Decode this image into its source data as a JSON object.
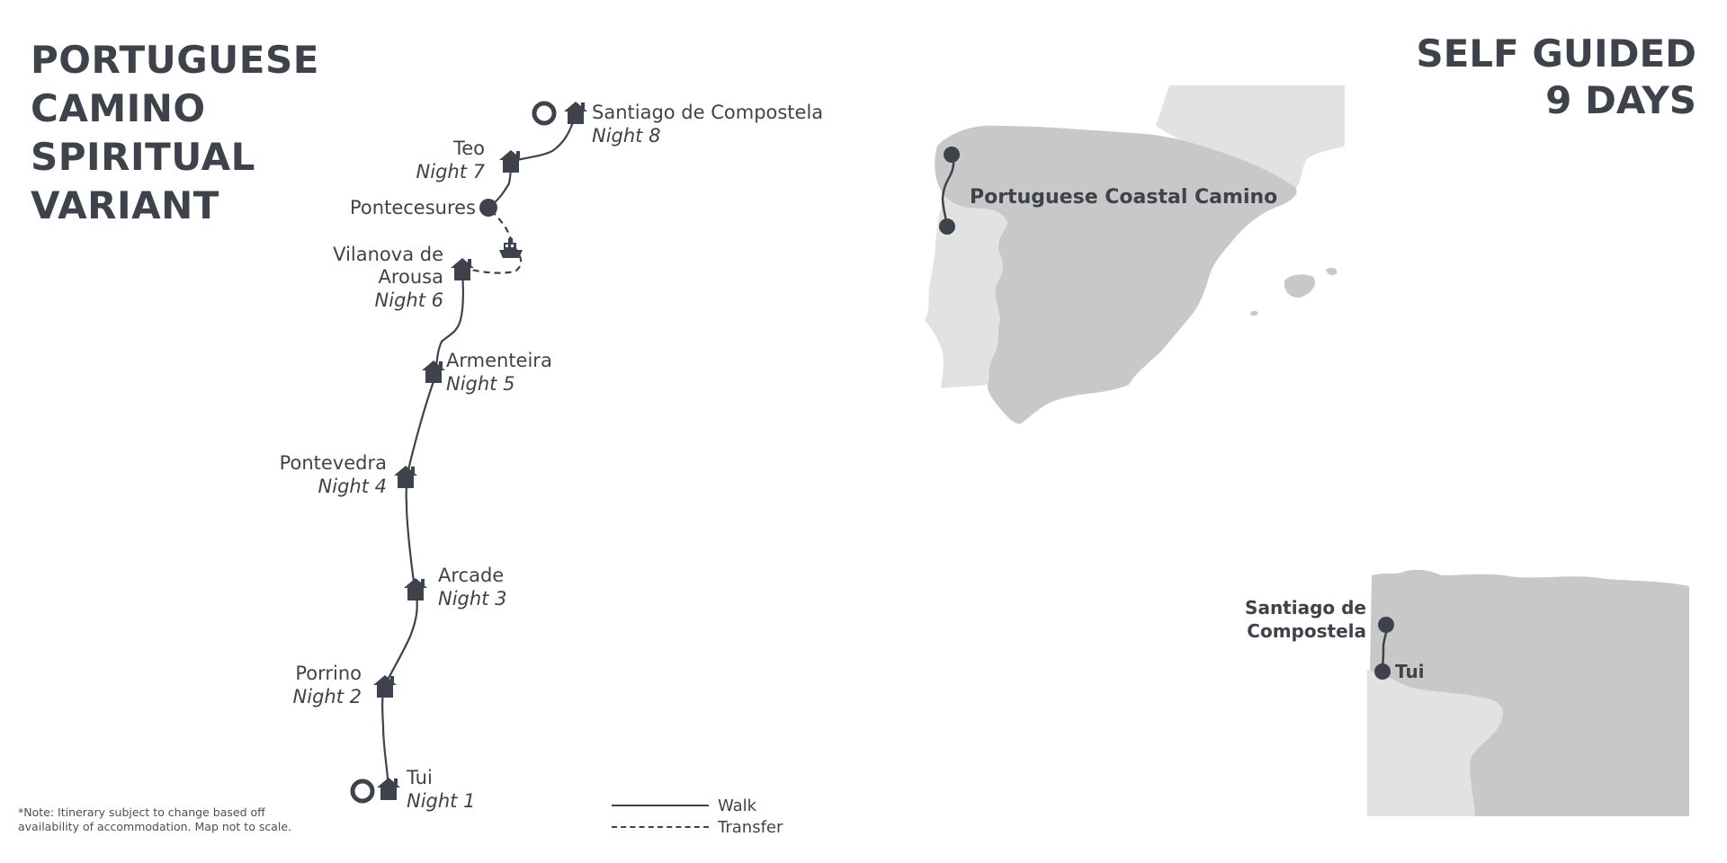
{
  "title": {
    "line1": "PORTUGUESE",
    "line2": "CAMINO",
    "line3": "SPIRITUAL",
    "line4": "VARIANT"
  },
  "badge": {
    "line1": "SELF GUIDED",
    "line2": "9 DAYS"
  },
  "stops": [
    {
      "id": "santiago",
      "name": "Santiago de Compostela",
      "night": "Night 8"
    },
    {
      "id": "teo",
      "name": "Teo",
      "night": "Night 7"
    },
    {
      "id": "pontecesures",
      "name": "Pontecesures",
      "night": ""
    },
    {
      "id": "vilanova",
      "name1": "Vilanova de",
      "name2": "Arousa",
      "night": "Night 6"
    },
    {
      "id": "armenteira",
      "name": "Armenteira",
      "night": "Night 5"
    },
    {
      "id": "pontevedra",
      "name": "Pontevedra",
      "night": "Night 4"
    },
    {
      "id": "arcade",
      "name": "Arcade",
      "night": "Night 3"
    },
    {
      "id": "porrino",
      "name": "Porrino",
      "night": "Night 2"
    },
    {
      "id": "tui",
      "name": "Tui",
      "night": "Night 1"
    }
  ],
  "inset_iberia": {
    "route_label": "Portuguese Coastal Camino"
  },
  "inset_galicia": {
    "start_label1": "Santiago de",
    "start_label2": "Compostela",
    "end_label": "Tui"
  },
  "legend": {
    "walk": "Walk",
    "transfer": "Transfer"
  },
  "note": {
    "line1": "*Note: Itinerary  subject to change based off",
    "line2": "availability of accommodation. Map not to scale."
  },
  "colors": {
    "ink": "#3e434b",
    "spain": "#c8c8c8",
    "portugal_france": "#e2e2e2"
  }
}
